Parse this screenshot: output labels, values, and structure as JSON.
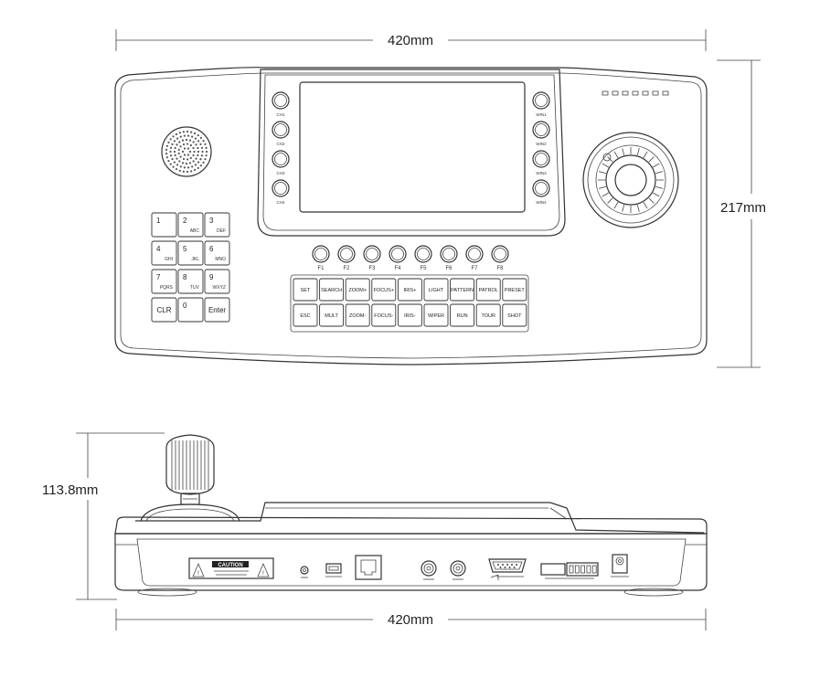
{
  "dimensions": {
    "top_width": "420mm",
    "top_depth": "217mm",
    "side_height": "113.8mm",
    "bottom_width": "420mm"
  },
  "camera_buttons_left": [
    "CH1",
    "CH2",
    "CH3",
    "CH4"
  ],
  "camera_buttons_right": [
    "WIN1",
    "WIN2",
    "WIN3",
    "WIN4"
  ],
  "function_keys": [
    "F1",
    "F2",
    "F3",
    "F4",
    "F5",
    "F6",
    "F7",
    "F8"
  ],
  "keypad": [
    {
      "num": "1",
      "sub": ""
    },
    {
      "num": "2",
      "sub": "ABC"
    },
    {
      "num": "3",
      "sub": "DEF"
    },
    {
      "num": "4",
      "sub": "GHI"
    },
    {
      "num": "5",
      "sub": "JKL"
    },
    {
      "num": "6",
      "sub": "MNO"
    },
    {
      "num": "7",
      "sub": "PQRS"
    },
    {
      "num": "8",
      "sub": "TUV"
    },
    {
      "num": "9",
      "sub": "WXYZ"
    },
    {
      "num": "CLR",
      "sub": ""
    },
    {
      "num": "0",
      "sub": ""
    },
    {
      "num": "Enter",
      "sub": ""
    }
  ],
  "control_row1": [
    "SET",
    "SEARCH",
    "ZOOM+",
    "FOCUS+",
    "IRIS+",
    "LIGHT",
    "PATTERN",
    "PATROL",
    "PRESET"
  ],
  "control_row2": [
    "ESC",
    "MULT",
    "ZOOM-",
    "FOCUS-",
    "IRIS-",
    "WIPER",
    "RUN",
    "TOUR",
    "SHOT"
  ],
  "caution_label": "CAUTION"
}
